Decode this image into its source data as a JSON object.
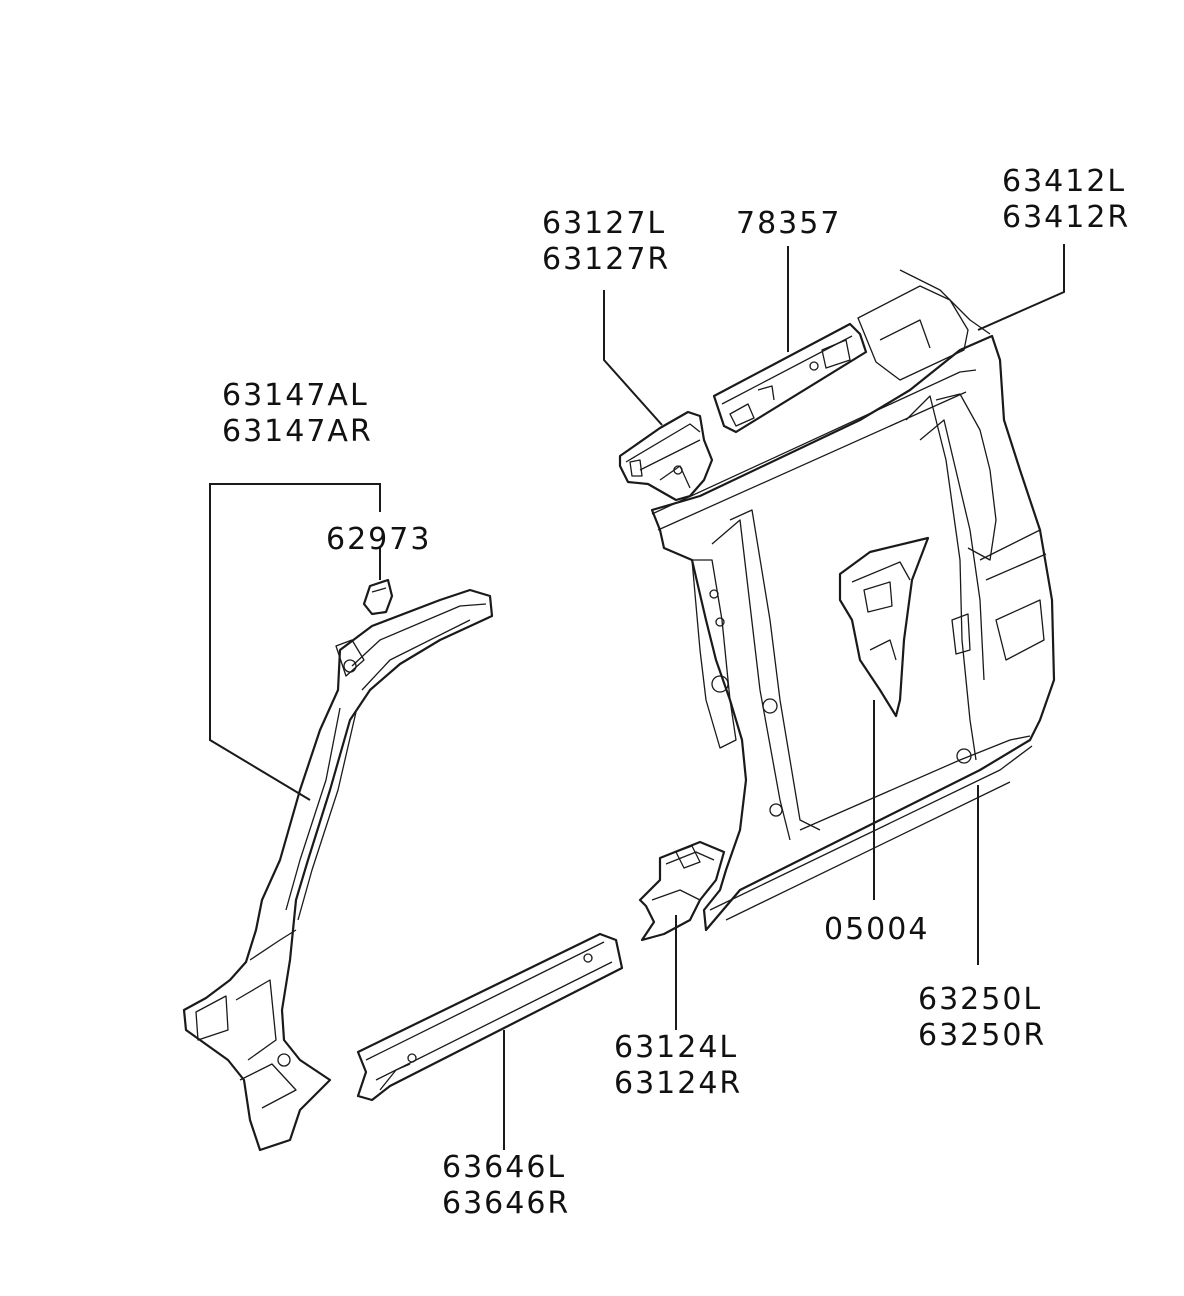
{
  "callouts": {
    "c63412": {
      "line1": "63412L",
      "line2": "63412R"
    },
    "c63127": {
      "line1": "63127L",
      "line2": "63127R"
    },
    "c78357": {
      "line1": "78357"
    },
    "c63147": {
      "line1": "63147AL",
      "line2": "63147AR"
    },
    "c62973": {
      "line1": "62973"
    },
    "c05004": {
      "line1": "05004"
    },
    "c63250": {
      "line1": "63250L",
      "line2": "63250R"
    },
    "c63124": {
      "line1": "63124L",
      "line2": "63124R"
    },
    "c63646": {
      "line1": "63646L",
      "line2": "63646R"
    }
  }
}
